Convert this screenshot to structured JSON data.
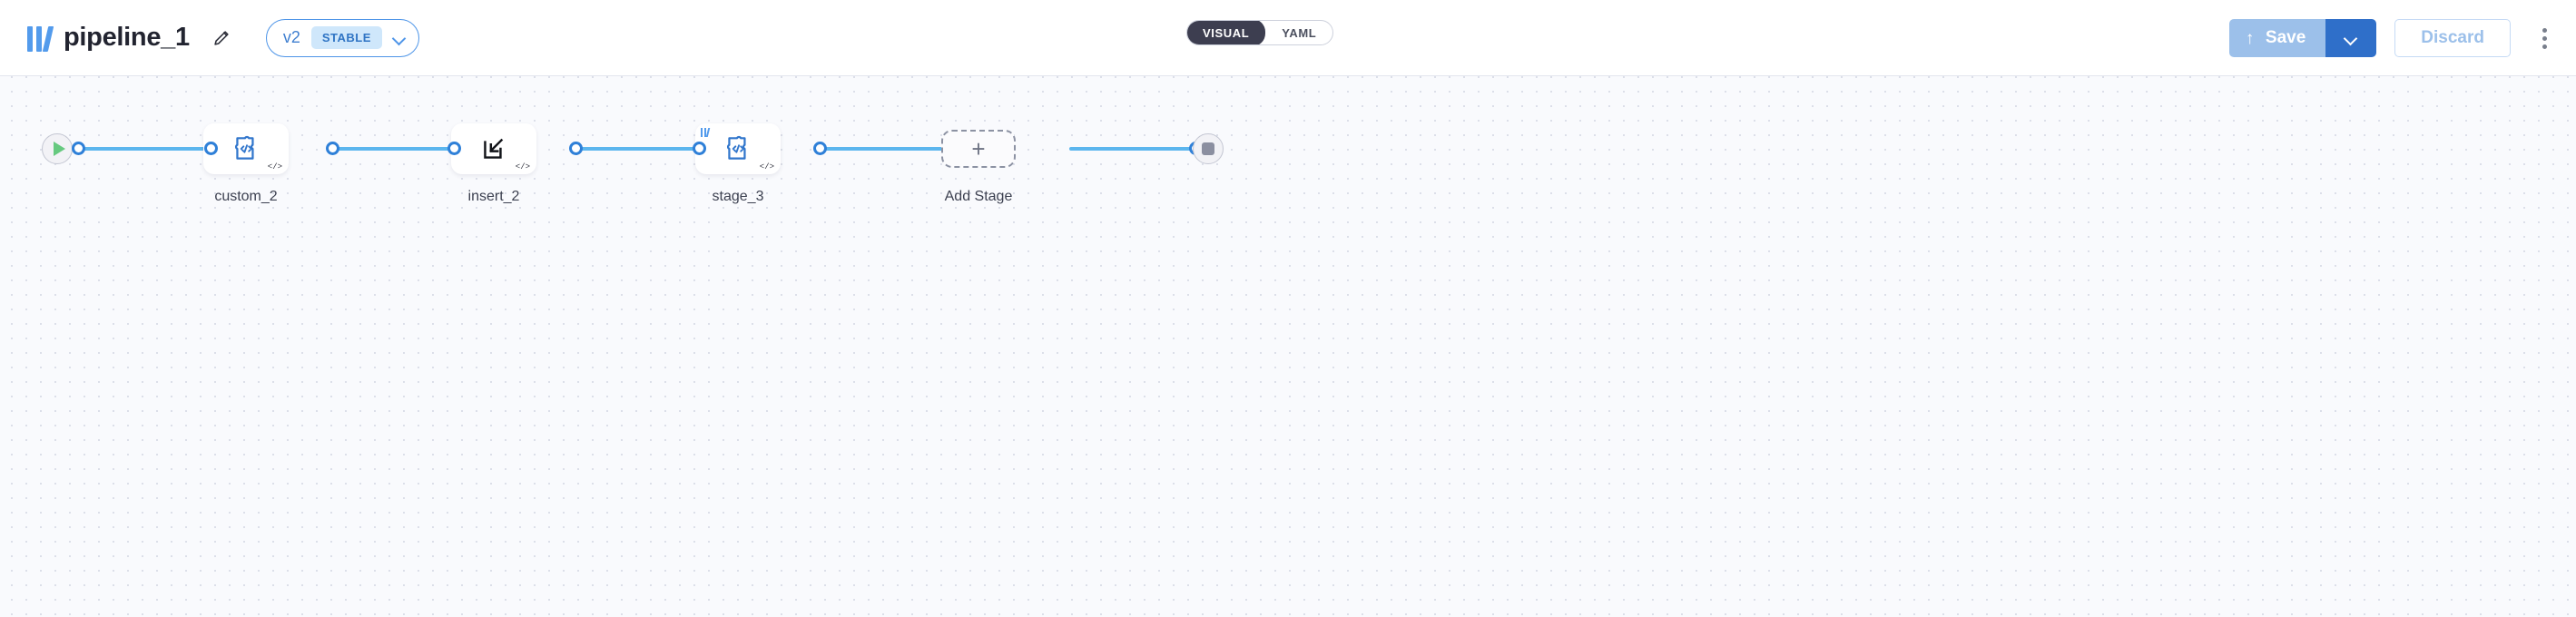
{
  "header": {
    "logo_icon": "stack-bars-logo-icon",
    "title": "pipeline_1",
    "edit_icon": "pencil-edit-icon",
    "version": {
      "label": "v2",
      "badge": "STABLE",
      "chevron_icon": "chevron-down-icon"
    },
    "view_toggle": {
      "options": [
        {
          "label": "VISUAL",
          "active": true
        },
        {
          "label": "YAML",
          "active": false
        }
      ]
    },
    "actions": {
      "save_label": "Save",
      "save_icon": "upload-arrow-icon",
      "save_caret_icon": "chevron-down-icon",
      "discard_label": "Discard",
      "overflow_icon": "kebab-menu-icon"
    },
    "colors": {
      "accent_blue": "#4e95e8",
      "save_disabled": "#9cc0ea",
      "save_caret": "#2f6fc9",
      "toggle_active_bg": "#3d3e50",
      "badge_bg": "#cfe7fb"
    }
  },
  "canvas": {
    "background": "#f9fafd",
    "dot_color": "#dcdfe9",
    "edge_color": "#5cb6ee",
    "port_color": "#2f80d8",
    "start_node": {
      "icon": "play-start-icon"
    },
    "end_node": {
      "icon": "stop-square-icon"
    },
    "stages": [
      {
        "label": "custom_2",
        "icon": "puzzle-code-icon",
        "badge": "</>",
        "has_logo": false
      },
      {
        "label": "insert_2",
        "icon": "insert-into-box-icon",
        "badge": "</>",
        "has_logo": false
      },
      {
        "label": "stage_3",
        "icon": "puzzle-code-icon",
        "badge": "</>",
        "has_logo": true
      }
    ],
    "add_stage": {
      "label": "Add Stage",
      "icon": "plus-icon"
    }
  }
}
